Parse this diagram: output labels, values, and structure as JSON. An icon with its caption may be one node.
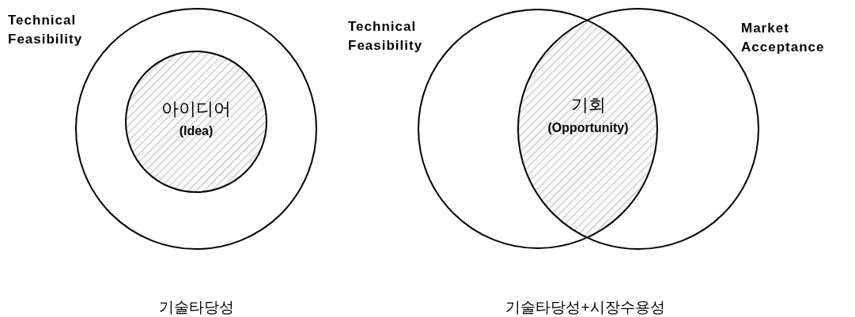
{
  "diagram": {
    "nodes": [
      {
        "text": [
          "Technical Feasibility"
        ]
      },
      {
        "text": [
          "아이디어",
          "(Idea)"
        ],
        "in": 0
      },
      {
        "text": [
          "Technical Feasibility"
        ]
      },
      {
        "text": [
          "Market Acceptance"
        ]
      },
      {
        "text": [
          "기회",
          "(Opportunity)"
        ]
      }
    ],
    "labels": [
      "기술타당성",
      "기술타당성+시장수용성"
    ]
  }
}
